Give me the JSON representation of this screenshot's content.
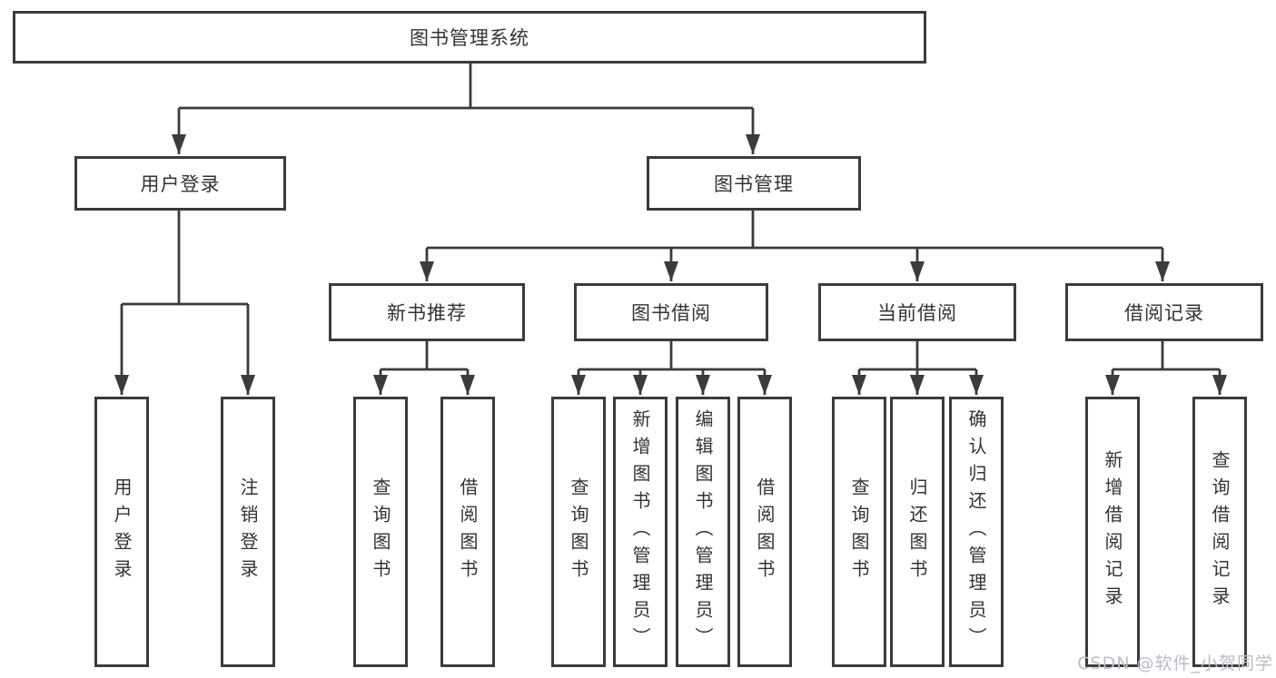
{
  "title": "图书管理系统",
  "watermark": "CSDN @软件_小贺同学",
  "colors": {
    "line": "#3b3b3b",
    "box_border": "#3b3b3b",
    "text": "#333333",
    "watermark_text": "#b9bec6",
    "background": "#ffffff"
  },
  "diagram_type": "hierarchy-tree",
  "tree": {
    "label": "图书管理系统",
    "children": [
      {
        "label": "用户登录",
        "children": [
          {
            "label": "用户登录"
          },
          {
            "label": "注销登录"
          }
        ]
      },
      {
        "label": "图书管理",
        "children": [
          {
            "label": "新书推荐",
            "children": [
              {
                "label": "查询图书"
              },
              {
                "label": "借阅图书"
              }
            ]
          },
          {
            "label": "图书借阅",
            "children": [
              {
                "label": "查询图书"
              },
              {
                "label": "新增图书（管理员）"
              },
              {
                "label": "编辑图书（管理员）"
              },
              {
                "label": "借阅图书"
              }
            ]
          },
          {
            "label": "当前借阅",
            "children": [
              {
                "label": "查询图书"
              },
              {
                "label": "归还图书"
              },
              {
                "label": "确认归还（管理员）"
              }
            ]
          },
          {
            "label": "借阅记录",
            "children": [
              {
                "label": "新增借阅记录"
              },
              {
                "label": "查询借阅记录"
              }
            ]
          }
        ]
      }
    ]
  }
}
